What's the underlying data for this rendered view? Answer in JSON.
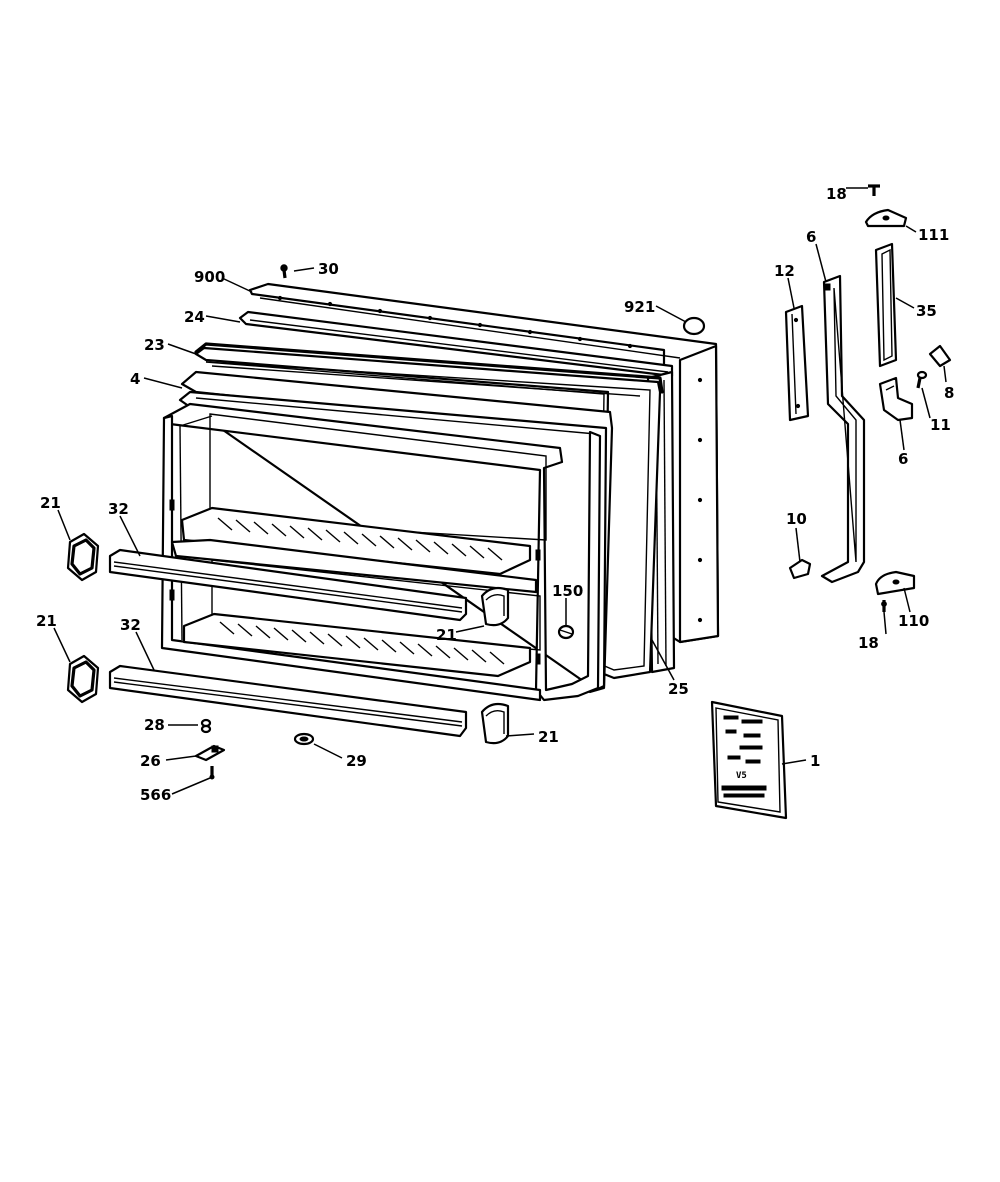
{
  "diagram": {
    "callouts": [
      {
        "id": "c18a",
        "label": "18",
        "part": "screw-top"
      },
      {
        "id": "c111",
        "label": "111",
        "part": "top-hinge-cover"
      },
      {
        "id": "c6a",
        "label": "6",
        "part": "hinge-pin-top"
      },
      {
        "id": "c12",
        "label": "12",
        "part": "hinge-shim"
      },
      {
        "id": "c35",
        "label": "35",
        "part": "hinge-bracket-upper"
      },
      {
        "id": "c8",
        "label": "8",
        "part": "hinge-washer"
      },
      {
        "id": "c11",
        "label": "11",
        "part": "hinge-screw"
      },
      {
        "id": "c6b",
        "label": "6",
        "part": "hinge-block"
      },
      {
        "id": "c10",
        "label": "10",
        "part": "lower-hinge-clip"
      },
      {
        "id": "c110",
        "label": "110",
        "part": "bottom-hinge-cover"
      },
      {
        "id": "c18b",
        "label": "18",
        "part": "screw-bottom"
      },
      {
        "id": "c1",
        "label": "1",
        "part": "instruction-card"
      },
      {
        "id": "c900",
        "label": "900",
        "part": "door-assembly"
      },
      {
        "id": "c30",
        "label": "30",
        "part": "door-screw"
      },
      {
        "id": "c24",
        "label": "24",
        "part": "door-foam-panel"
      },
      {
        "id": "c23",
        "label": "23",
        "part": "door-gasket"
      },
      {
        "id": "c4",
        "label": "4",
        "part": "door-liner"
      },
      {
        "id": "c921",
        "label": "921",
        "part": "door-plug"
      },
      {
        "id": "c21a",
        "label": "21",
        "part": "shelf-end-cap-upper-left"
      },
      {
        "id": "c32a",
        "label": "32",
        "part": "shelf-bar-upper"
      },
      {
        "id": "c21b",
        "label": "21",
        "part": "shelf-end-cap-lower-left"
      },
      {
        "id": "c32b",
        "label": "32",
        "part": "shelf-bar-lower"
      },
      {
        "id": "c150",
        "label": "150",
        "part": "door-stop"
      },
      {
        "id": "c21c",
        "label": "21",
        "part": "shelf-end-cap-upper-right"
      },
      {
        "id": "c25",
        "label": "25",
        "part": "door-breaker-strip"
      },
      {
        "id": "c21d",
        "label": "21",
        "part": "shelf-end-cap-lower-right"
      },
      {
        "id": "c28",
        "label": "28",
        "part": "handle-screw"
      },
      {
        "id": "c26",
        "label": "26",
        "part": "handle-bracket"
      },
      {
        "id": "c566",
        "label": "566",
        "part": "handle-pin"
      },
      {
        "id": "c29",
        "label": "29",
        "part": "door-grommet"
      }
    ]
  }
}
